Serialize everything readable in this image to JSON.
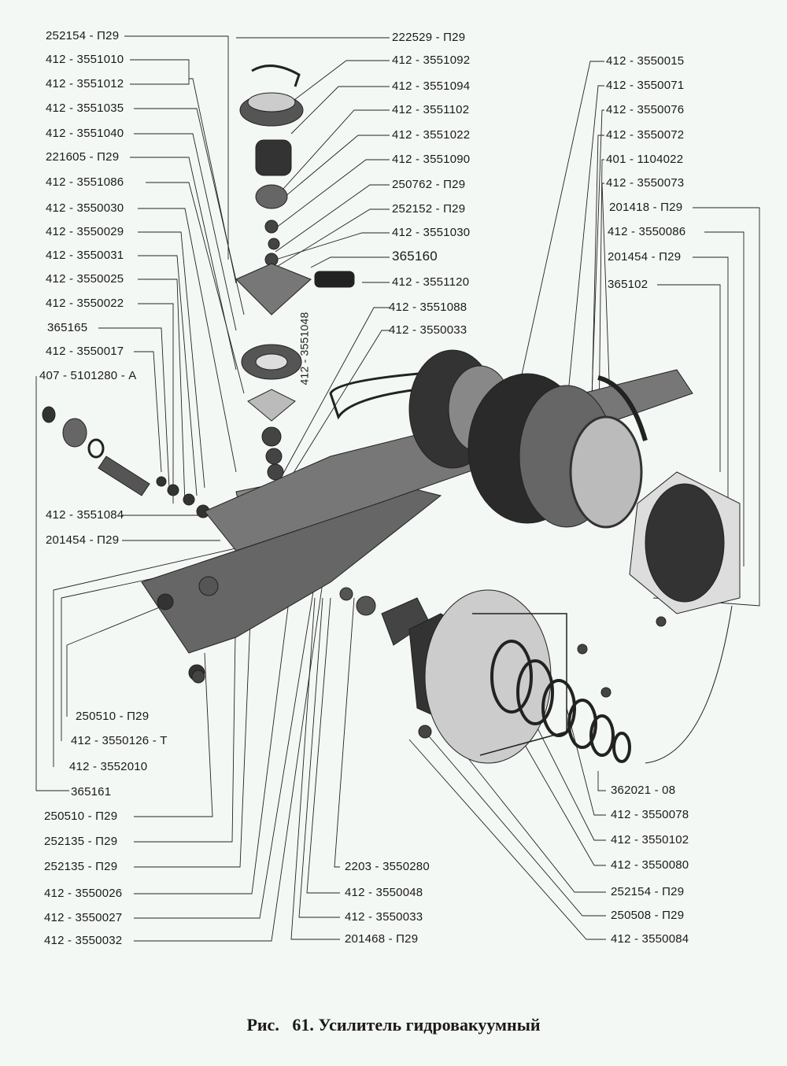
{
  "caption": "Рис.   61. Усилитель гидровакуумный",
  "labels_left": [
    "252154 - П29",
    "412 - 3551010",
    "412 - 3551012",
    "412 - 3551035",
    "412 - 3551040",
    "221605 - П29",
    "412 - 3551086",
    "412 - 3550030",
    "412 - 3550029",
    "412 - 3550031",
    "412 - 3550025",
    "412 - 3550022",
    "365165",
    "412 - 3550017",
    "407 - 5101280 - А"
  ],
  "labels_top": [
    "222529 - П29",
    "412 - 3551092",
    "412 - 3551094",
    "412 - 3551102",
    "412 - 3551022",
    "412 - 3551090",
    "250762 - П29",
    "252152 - П29",
    "412 - 3551030",
    "365160",
    "412 - 3551120",
    "412 - 3551088",
    "412 - 3550033"
  ],
  "label_vertical": "412 - 3551048",
  "labels_right": [
    "412 - 3550015",
    "412 - 3550071",
    "412 - 3550076",
    "412 - 3550072",
    "401 - 1104022",
    "412 - 3550073",
    "201418 - П29",
    "412 - 3550086",
    "201454 - П29",
    "365102"
  ],
  "labels_bottom_left": [
    "412 - 3551084",
    "201454 - П29",
    "250510 - П29",
    "412 - 3550126 - Т",
    "412 - 3552010",
    "365161",
    "250510 - П29",
    "252135 - П29",
    "252135 - П29",
    "412 - 3550026",
    "412 - 3550027",
    "412 - 3550032"
  ],
  "labels_bottom_mid": [
    "2203 - 3550280",
    "412 - 3550048",
    "412 - 3550033",
    "201468 - П29"
  ],
  "labels_bottom_right": [
    "362021 - 08",
    "412 - 3550078",
    "412 - 3550102",
    "412 - 3550080",
    "252154 - П29",
    "250508 - П29",
    "412 - 3550084"
  ]
}
